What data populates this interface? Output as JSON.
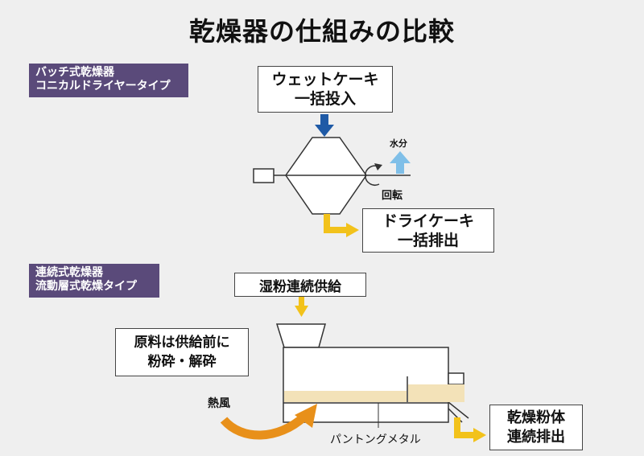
{
  "title": "乾燥器の仕組みの比較",
  "batch": {
    "tag_line1": "バッチ式乾燥器",
    "tag_line2": "コニカルドライヤータイプ",
    "input_line1": "ウェットケーキ",
    "input_line2": "一括投入",
    "water_label": "水分",
    "rotation_label": "回転",
    "output_line1": "ドライケーキ",
    "output_line2": "一括排出"
  },
  "continuous": {
    "tag_line1": "連続式乾燥器",
    "tag_line2": "流動層式乾燥タイプ",
    "feed_label": "湿粉連続供給",
    "note_line1": "原料は供給前に",
    "note_line2": "粉砕・解砕",
    "heat_label": "熱風",
    "plate_label": "パントングメタル",
    "output_line1": "乾燥粉体",
    "output_line2": "連続排出"
  },
  "colors": {
    "tag_bg": "#5a4a7a",
    "blue_arrow": "#1f5aa6",
    "light_blue_arrow": "#7fbfe8",
    "yellow_arrow": "#f2c21b",
    "orange_arrow": "#e8901a",
    "powder": "#f3e2b8"
  }
}
